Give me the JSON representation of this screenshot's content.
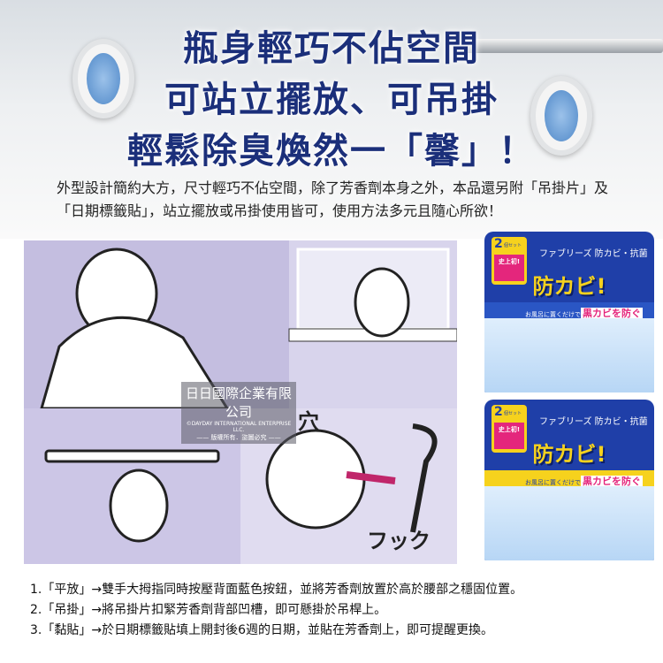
{
  "headline": [
    "瓶身輕巧不佔空間",
    "可站立擺放、可吊掛",
    "輕鬆除臭煥然一「馨」！"
  ],
  "description": "外型設計簡約大方，尺寸輕巧不佔空間，除了芳香劑本身之外，本品還另附「吊掛片」及「日期標籤貼」，站立擺放或吊掛使用皆可，使用方法多元且隨心所欲！",
  "watermark": {
    "name": "日日國際企業有限公司",
    "english": "©DAYDAY INTERNATIONAL ENTERPRISE LLC.",
    "rights": "—— 版權所有．盜圖必究 ——"
  },
  "illustration_labels": {
    "hole": "穴",
    "hook": "フック"
  },
  "package": {
    "count": "2",
    "count_suffix": "個セット",
    "brand": "ファブリーズ 防カビ・抗菌",
    "badge": "史上初!",
    "headline": "防カビ!",
    "strip": "お風呂に置くだけで",
    "strip_em": "黒カビを防ぐ"
  },
  "instructions": [
    "1.「平放」→雙手大拇指同時按壓背面藍色按鈕，並將芳香劑放置於高於腰部之穩固位置。",
    "2.「吊掛」→將吊掛片扣緊芳香劑背部凹槽，即可懸掛於吊桿上。",
    "3.「黏貼」→於日期標籤貼填上開封後6週的日期，並貼在芳香劑上，即可提醒更換。"
  ]
}
